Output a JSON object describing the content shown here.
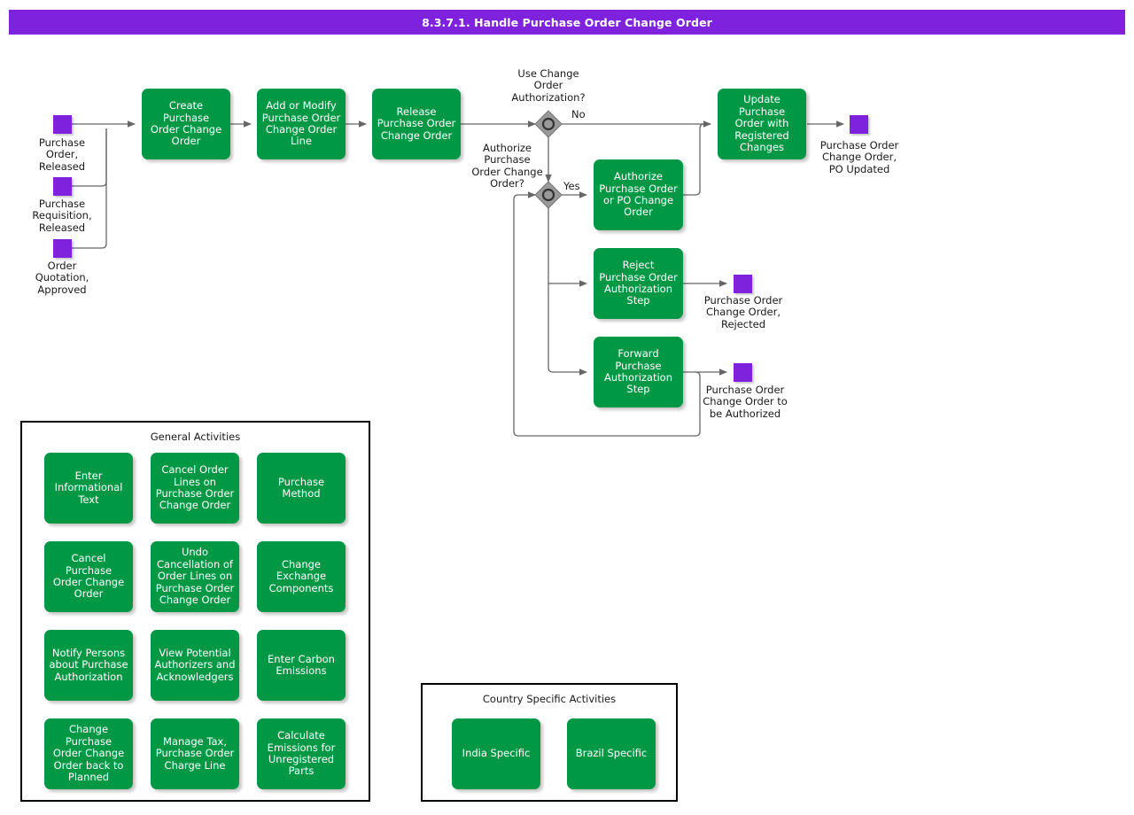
{
  "header": {
    "title": "8.3.7.1. Handle Purchase Order Change Order",
    "bar_color": "#7F22DD"
  },
  "colors": {
    "activity_green": "#009845",
    "marker_purple": "#7F22DD",
    "decision_gray": "#999999",
    "connector": "#555555",
    "panel_border": "#000000"
  },
  "start_markers": [
    {
      "id": "purchase-order-released",
      "label": "Purchase\nOrder,\nReleased"
    },
    {
      "id": "purchase-requisition-released",
      "label": "Purchase\nRequisition,\nReleased"
    },
    {
      "id": "order-quotation-approved",
      "label": "Order\nQuotation,\nApproved"
    }
  ],
  "main_flow": {
    "activities": [
      {
        "id": "create-purchase-order-change-order",
        "label": "Create Purchase\nOrder Change\nOrder"
      },
      {
        "id": "add-or-modify-purchase-order-change-order-line",
        "label": "Add or Modify\nPurchase Order\nChange Order\nLine"
      },
      {
        "id": "release-purchase-order-change-order",
        "label": "Release\nPurchase Order\nChange Order"
      },
      {
        "id": "update-purchase-order-with-registered-changes",
        "label": "Update Purchase\nOrder with\nRegistered\nChanges"
      },
      {
        "id": "authorize-purchase-order-or-po-change-order",
        "label": "Authorize\nPurchase Order\nor PO Change\nOrder"
      },
      {
        "id": "reject-purchase-order-authorization-step",
        "label": "Reject\nPurchase Order\nAuthorization\nStep"
      },
      {
        "id": "forward-purchase-authorization-step",
        "label": "Forward\nPurchase\nAuthorization\nStep"
      }
    ],
    "decisions": [
      {
        "id": "use-change-order-authorization",
        "label": "Use Change\nOrder\nAuthorization?"
      },
      {
        "id": "authorize-purchase-order-change-order",
        "label": "Authorize\nPurchase\nOrder Change\nOrder?"
      }
    ],
    "edge_labels": [
      {
        "id": "edge-no",
        "text": "No"
      },
      {
        "id": "edge-yes",
        "text": "Yes"
      }
    ],
    "end_markers": [
      {
        "id": "po-change-order-po-updated",
        "label": "Purchase Order\nChange Order,\nPO Updated"
      },
      {
        "id": "po-change-order-rejected",
        "label": "Purchase Order\nChange Order,\nRejected"
      },
      {
        "id": "po-change-order-to-be-authorized",
        "label": "Purchase Order\nChange Order to\nbe Authorized"
      }
    ]
  },
  "general_activities": {
    "title": "General Activities",
    "items": [
      {
        "id": "enter-informational-text",
        "label": "Enter\nInformational\nText"
      },
      {
        "id": "cancel-order-lines-on-purchase-order-change-order",
        "label": "Cancel Order\nLines on\nPurchase Order\nChange Order"
      },
      {
        "id": "purchase-method",
        "label": "Purchase\nMethod"
      },
      {
        "id": "cancel-purchase-order-change-order",
        "label": "Cancel Purchase\nOrder Change\nOrder"
      },
      {
        "id": "undo-cancellation-of-order-lines-on-purchase-order-change-order",
        "label": "Undo\nCancellation of\nOrder Lines on\nPurchase Order\nChange Order"
      },
      {
        "id": "change-exchange-components",
        "label": "Change\nExchange\nComponents"
      },
      {
        "id": "notify-persons-about-purchase-authorization",
        "label": "Notify Persons\nabout Purchase\nAuthorization"
      },
      {
        "id": "view-potential-authorizers-and-acknowledgers",
        "label": "View Potential\nAuthorizers and\nAcknowledgers"
      },
      {
        "id": "enter-carbon-emissions",
        "label": "Enter Carbon\nEmissions"
      },
      {
        "id": "change-purchase-order-change-order-back-to-planned",
        "label": "Change Purchase\nOrder Change\nOrder back to\nPlanned"
      },
      {
        "id": "manage-tax-purchase-order-charge-line",
        "label": "Manage Tax,\nPurchase Order\nCharge Line"
      },
      {
        "id": "calculate-emissions-for-unregistered-parts",
        "label": "Calculate\nEmissions for\nUnregistered\nParts"
      }
    ]
  },
  "country_specific_activities": {
    "title": "Country Specific Activities",
    "items": [
      {
        "id": "india-specific",
        "label": "India Specific"
      },
      {
        "id": "brazil-specific",
        "label": "Brazil Specific"
      }
    ]
  }
}
